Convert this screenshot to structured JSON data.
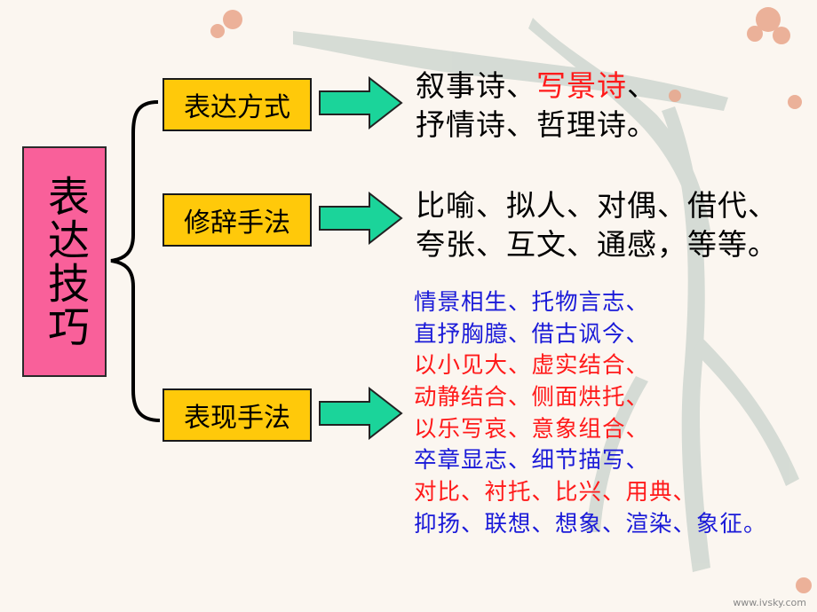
{
  "colors": {
    "root_fill": "#f9609a",
    "box_fill": "#ffc90a",
    "arrow_fill": "#1bd49a",
    "text_black": "#000000",
    "text_red": "#ff1a1a",
    "text_blue": "#1a1ad8"
  },
  "root": {
    "label": "表达技巧"
  },
  "branches": [
    {
      "label": "表达方式",
      "lines": [
        [
          {
            "text": "叙事诗、",
            "color": "#000000"
          },
          {
            "text": "写景诗",
            "color": "#ff1a1a"
          },
          {
            "text": "、",
            "color": "#000000"
          }
        ],
        [
          {
            "text": "抒情诗、哲理诗。",
            "color": "#000000"
          }
        ]
      ]
    },
    {
      "label": "修辞手法",
      "lines": [
        [
          {
            "text": "比喻、拟人、对偶、借代、",
            "color": "#000000"
          }
        ],
        [
          {
            "text": "夸张、互文、通感，等等。",
            "color": "#000000"
          }
        ]
      ]
    },
    {
      "label": "表现手法",
      "lines": [
        {
          "text": "情景相生、托物言志、",
          "color": "#1a1ad8"
        },
        {
          "text": "直抒胸臆、借古讽今、",
          "color": "#1a1ad8"
        },
        {
          "text": "以小见大、虚实结合、",
          "color": "#ff1a1a"
        },
        {
          "text": "动静结合、侧面烘托、",
          "color": "#ff1a1a"
        },
        {
          "text": "以乐写哀、意象组合、",
          "color": "#ff1a1a"
        },
        {
          "text": "卒章显志、细节描写、",
          "color": "#1a1ad8"
        },
        {
          "text": "对比、衬托、比兴、用典、",
          "color": "#ff1a1a"
        },
        {
          "text": "抑扬、联想、想象、渲染、象征。",
          "color": "#1a1ad8"
        }
      ]
    }
  ],
  "watermark": "www.ivsky.com"
}
